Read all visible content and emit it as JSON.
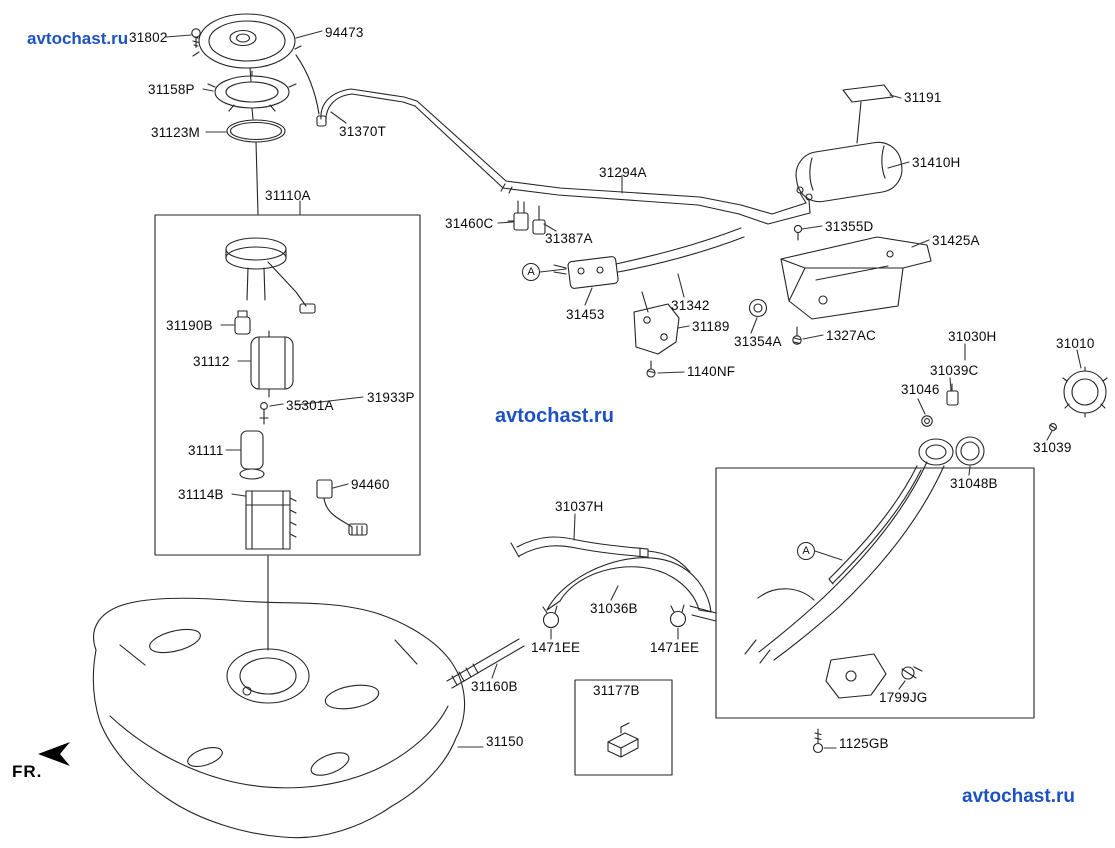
{
  "watermarks": {
    "top_left": "avtochast.ru",
    "center": "avtochast.ru",
    "bottom_right": "avtochast.ru"
  },
  "direction_indicator": {
    "label": "FR."
  },
  "callouts": {
    "a": "A"
  },
  "colors": {
    "watermark_blue": "#1d52c4",
    "line": "#252525"
  },
  "labels": {
    "94473": "94473",
    "31802": "31802",
    "31158P": "31158P",
    "31123M": "31123M",
    "31370T": "31370T",
    "31110A": "31110A",
    "31190B": "31190B",
    "31112": "31112",
    "35301A": "35301A",
    "31933P": "31933P",
    "31111": "31111",
    "31114B": "31114B",
    "94460": "94460",
    "31191": "31191",
    "31294A": "31294A",
    "31410H": "31410H",
    "31460C": "31460C",
    "31387A": "31387A",
    "31355D": "31355D",
    "31425A": "31425A",
    "31453": "31453",
    "31342": "31342",
    "31189": "31189",
    "31354A": "31354A",
    "1327AC": "1327AC",
    "1140NF": "1140NF",
    "31030H": "31030H",
    "31039C": "31039C",
    "31046": "31046",
    "31010": "31010",
    "31039": "31039",
    "31048B": "31048B",
    "31037H": "31037H",
    "31036B": "31036B",
    "1471EE": "1471EE",
    "31160B": "31160B",
    "31177B": "31177B",
    "31150": "31150",
    "1799JG": "1799JG",
    "1125GB": "1125GB"
  }
}
